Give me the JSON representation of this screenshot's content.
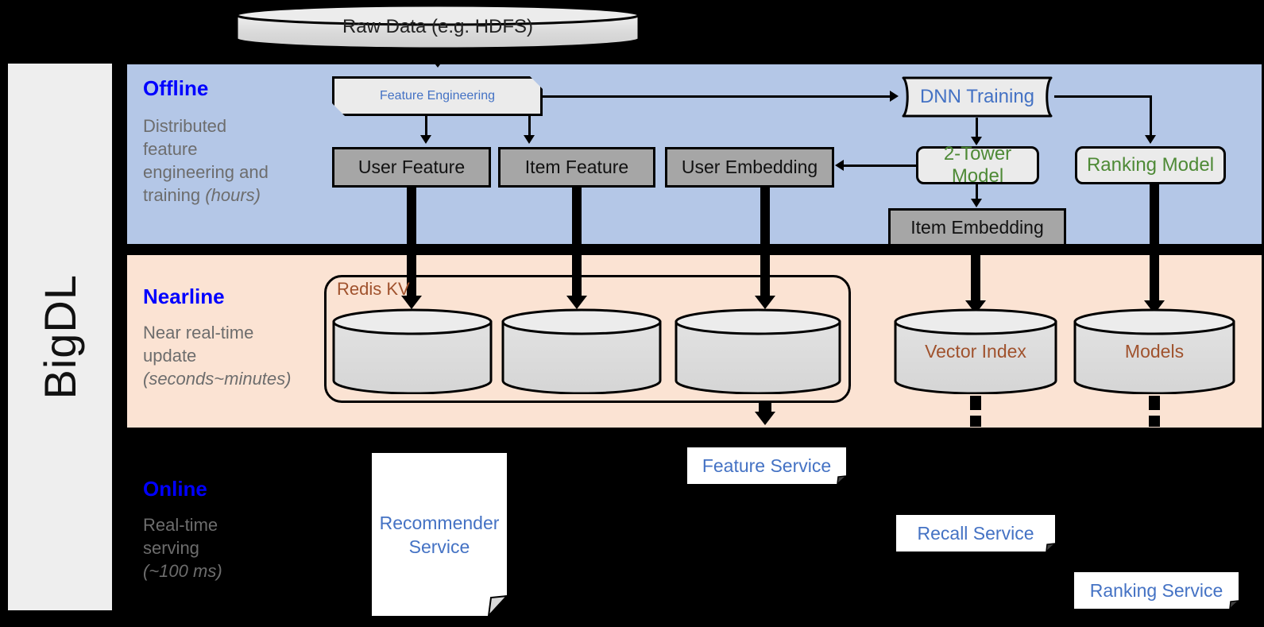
{
  "framework": {
    "name": "BigDL"
  },
  "source": {
    "label": "Raw Data (e.g. HDFS)"
  },
  "bands": [
    {
      "title": "Offline",
      "desc_line1": "Distributed",
      "desc_line2": "feature",
      "desc_line3": "engineering and",
      "desc_line4": "training ",
      "desc_em": "(hours)",
      "bg": "#b4c7e7"
    },
    {
      "title": "Nearline",
      "desc_line1": "Near real-time",
      "desc_line2": "update",
      "desc_em": "(seconds~minutes)",
      "bg": "#fbe3d3"
    },
    {
      "title": "Online",
      "desc_line1": "Real-time",
      "desc_line2": "serving",
      "desc_em": "(~100 ms)",
      "bg": "#000000"
    }
  ],
  "offline": {
    "feature_engineering": "Feature Engineering",
    "dnn_training": "DNN Training",
    "user_feature": "User Feature",
    "item_feature": "Item Feature",
    "user_embedding": "User Embedding",
    "two_tower_model": "2-Tower Model",
    "ranking_model": "Ranking Model",
    "item_embedding": "Item Embedding"
  },
  "nearline": {
    "redis_kv": "Redis KV",
    "store_1": "",
    "store_2": "",
    "store_3": "",
    "vector_index": "Vector Index",
    "models": "Models"
  },
  "online": {
    "recommender_service_line1": "Recommender",
    "recommender_service_line2": "Service",
    "feature_service": "Feature Service",
    "recall_service": "Recall Service",
    "ranking_service": "Ranking Service"
  },
  "colors": {
    "offline_bg": "#b4c7e7",
    "nearline_bg": "#fbe3d3",
    "band_title": "#0000ff",
    "band_desc": "#6d6d6d",
    "blue_text": "#4472c4",
    "green_text": "#4e8a36",
    "brown_text": "#a0522d",
    "gray_box": "#a6a6a6",
    "proc_box": "#ebebeb"
  }
}
